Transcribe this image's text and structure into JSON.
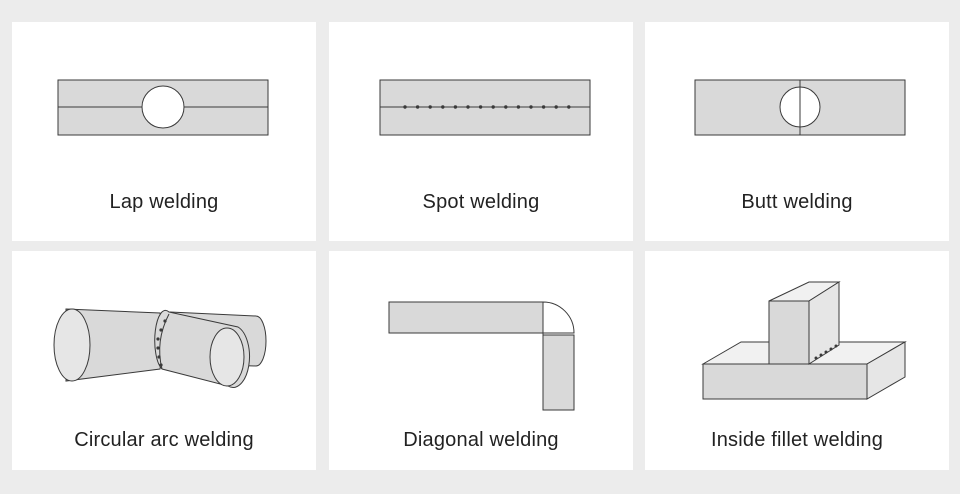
{
  "colors": {
    "background": "#ececec",
    "card": "#ffffff",
    "fill": "#d9d9d9",
    "stroke": "#3a3a3a",
    "text": "#222222"
  },
  "cards": [
    {
      "label": "Lap welding",
      "icon": "lap-welding-diagram"
    },
    {
      "label": "Spot welding",
      "icon": "spot-welding-diagram"
    },
    {
      "label": "Butt welding",
      "icon": "butt-welding-diagram"
    },
    {
      "label": "Circular arc welding",
      "icon": "circular-arc-welding-diagram"
    },
    {
      "label": "Diagonal welding",
      "icon": "diagonal-welding-diagram"
    },
    {
      "label": "Inside fillet welding",
      "icon": "inside-fillet-welding-diagram"
    }
  ]
}
